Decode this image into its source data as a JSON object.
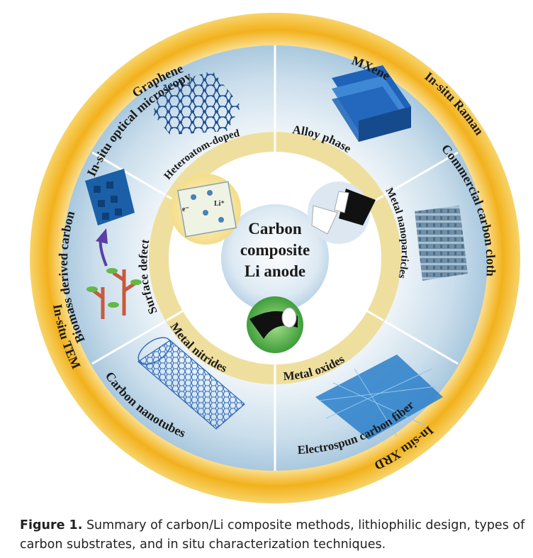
{
  "diagram": {
    "center": {
      "line1": "Carbon",
      "line2": "composite",
      "line3": "Li anode"
    },
    "characterization": [
      {
        "id": "optical",
        "label": "In-situ optical microscopy"
      },
      {
        "id": "raman",
        "label": "In-situ Raman"
      },
      {
        "id": "xrd",
        "label": "In-situ XRD"
      },
      {
        "id": "tem",
        "label": "In-situ TEM"
      }
    ],
    "substrates": [
      {
        "id": "graphene",
        "label": "Graphene"
      },
      {
        "id": "mxene",
        "label": "MXene"
      },
      {
        "id": "cloth",
        "label": "Commercial carbon cloth"
      },
      {
        "id": "fiber",
        "label": "Electrospun carbon fiber"
      },
      {
        "id": "nanotubes",
        "label": "Carbon nanotubes"
      },
      {
        "id": "biomass",
        "label": "Biomass derived carbon"
      }
    ],
    "design": [
      {
        "id": "heteroatom",
        "label": "Heteroatom-doped"
      },
      {
        "id": "alloy",
        "label": "Alloy phase"
      },
      {
        "id": "metal-np",
        "label": "Metal nanoparticles"
      },
      {
        "id": "metal-oxides",
        "label": "Metal oxides"
      },
      {
        "id": "metal-nitrides",
        "label": "Metal nitrides"
      },
      {
        "id": "surface-defect",
        "label": "Surface defect"
      }
    ],
    "icon_labels": {
      "electron": "e⁻",
      "lithium": "Li⁺"
    },
    "colors": {
      "gold": "#f2b11c",
      "inner_ring": "#e9d48a",
      "panel": "#c5dbea",
      "center": "#e3eef6"
    }
  },
  "caption": {
    "label": "Figure 1.",
    "text": "Summary of carbon/Li composite methods, lithiophilic design, types of carbon substrates, and in situ characterization techniques."
  }
}
